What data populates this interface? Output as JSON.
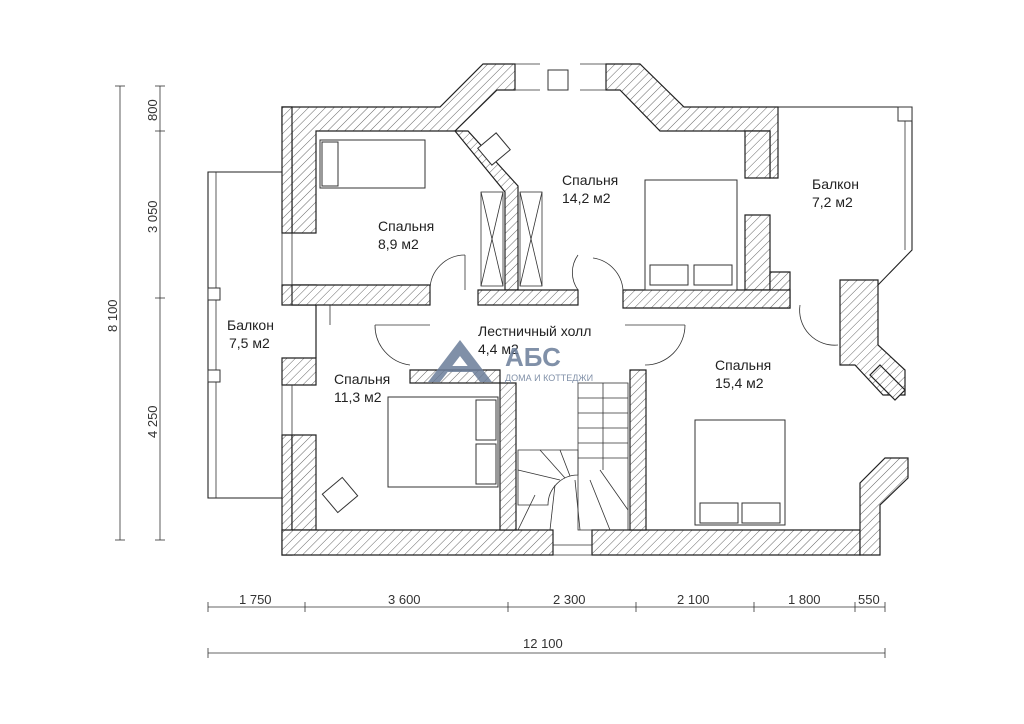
{
  "rooms": {
    "bedroom_a": {
      "name": "Спальня",
      "area": "8,9 м2"
    },
    "bedroom_b": {
      "name": "Спальня",
      "area": "14,2 м2"
    },
    "balcony_right": {
      "name": "Балкон",
      "area": "7,2 м2"
    },
    "balcony_left": {
      "name": "Балкон",
      "area": "7,5 м2"
    },
    "hall": {
      "name": "Лестничный холл",
      "area": "4,4 м2"
    },
    "bedroom_c": {
      "name": "Спальня",
      "area": "11,3 м2"
    },
    "bedroom_d": {
      "name": "Спальня",
      "area": "15,4 м2"
    }
  },
  "dimensions": {
    "bottom": [
      "1 750",
      "3 600",
      "2 300",
      "2 100",
      "1 800",
      "550"
    ],
    "total": "12 100",
    "left": [
      "800",
      "3 050",
      "4 250"
    ],
    "left_total": "8 100"
  },
  "logo": {
    "mark": "АБС",
    "tagline": "ДОМА И КОТТЕДЖИ",
    "color": "#6b7d99"
  }
}
